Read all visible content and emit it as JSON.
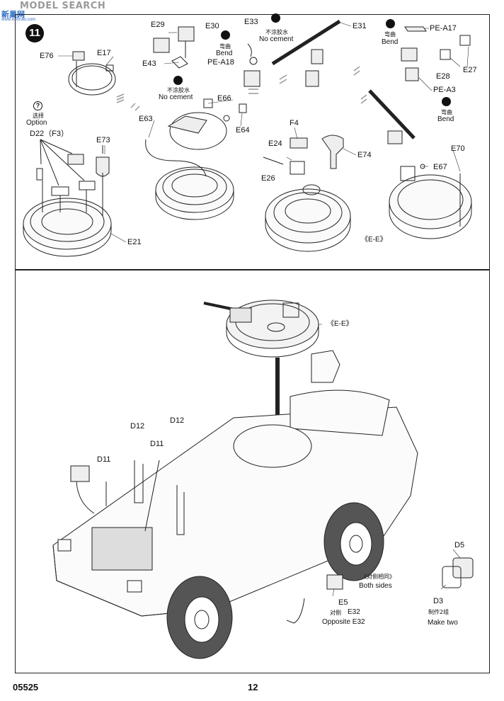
{
  "header": {
    "watermark_search": "MODEL SEARCH",
    "watermark_cn": "新巢网",
    "watermark_url": "www.xinchao.com",
    "step_number": "11"
  },
  "top_panel": {
    "labels": {
      "e76": "E76",
      "e17": "E17",
      "option_cn": "选择",
      "option_en": "Option",
      "d22": "D22（F3）",
      "e73": "E73",
      "e21": "E21",
      "e29": "E29",
      "e30": "E30",
      "bend_cn_1": "弯曲",
      "bend_en_1": "Bend",
      "pe_a18": "PE-A18",
      "e43": "E43",
      "nocement_cn_1": "不涂胶水",
      "nocement_en_1": "No cement",
      "e66": "E66",
      "e63": "E63",
      "e64": "E64",
      "e33": "E33",
      "nocement_cn_2": "不涂胶水",
      "nocement_en_2": "No cement",
      "e31": "E31",
      "f4": "F4",
      "e24": "E24",
      "e26": "E26",
      "e74": "E74",
      "e_e_ref": "《E-E》",
      "bend_cn_2": "弯曲",
      "bend_en_2": "Bend",
      "pe_a17": "PE-A17",
      "e28": "E28",
      "e27": "E27",
      "pe_a3": "PE-A3",
      "bend_cn_3": "弯曲",
      "bend_en_3": "Bend",
      "e70": "E70",
      "e67": "E67"
    }
  },
  "bottom_panel": {
    "labels": {
      "e_e_turret": "《E-E》",
      "d12_a": "D12",
      "d12_b": "D12",
      "d11_a": "D11",
      "d11_b": "D11",
      "both_sides_cn": "《对侧相同》",
      "both_sides_en": "Both sides",
      "e5": "E5",
      "opposite_cn": "对侧",
      "e32": "E32",
      "opposite_en": "Opposite E32",
      "d5": "D5",
      "d3": "D3",
      "make_two_cn": "制作2组",
      "make_two_en": "Make two"
    }
  },
  "footer": {
    "catalog_number": "05525",
    "page_number": "12"
  }
}
